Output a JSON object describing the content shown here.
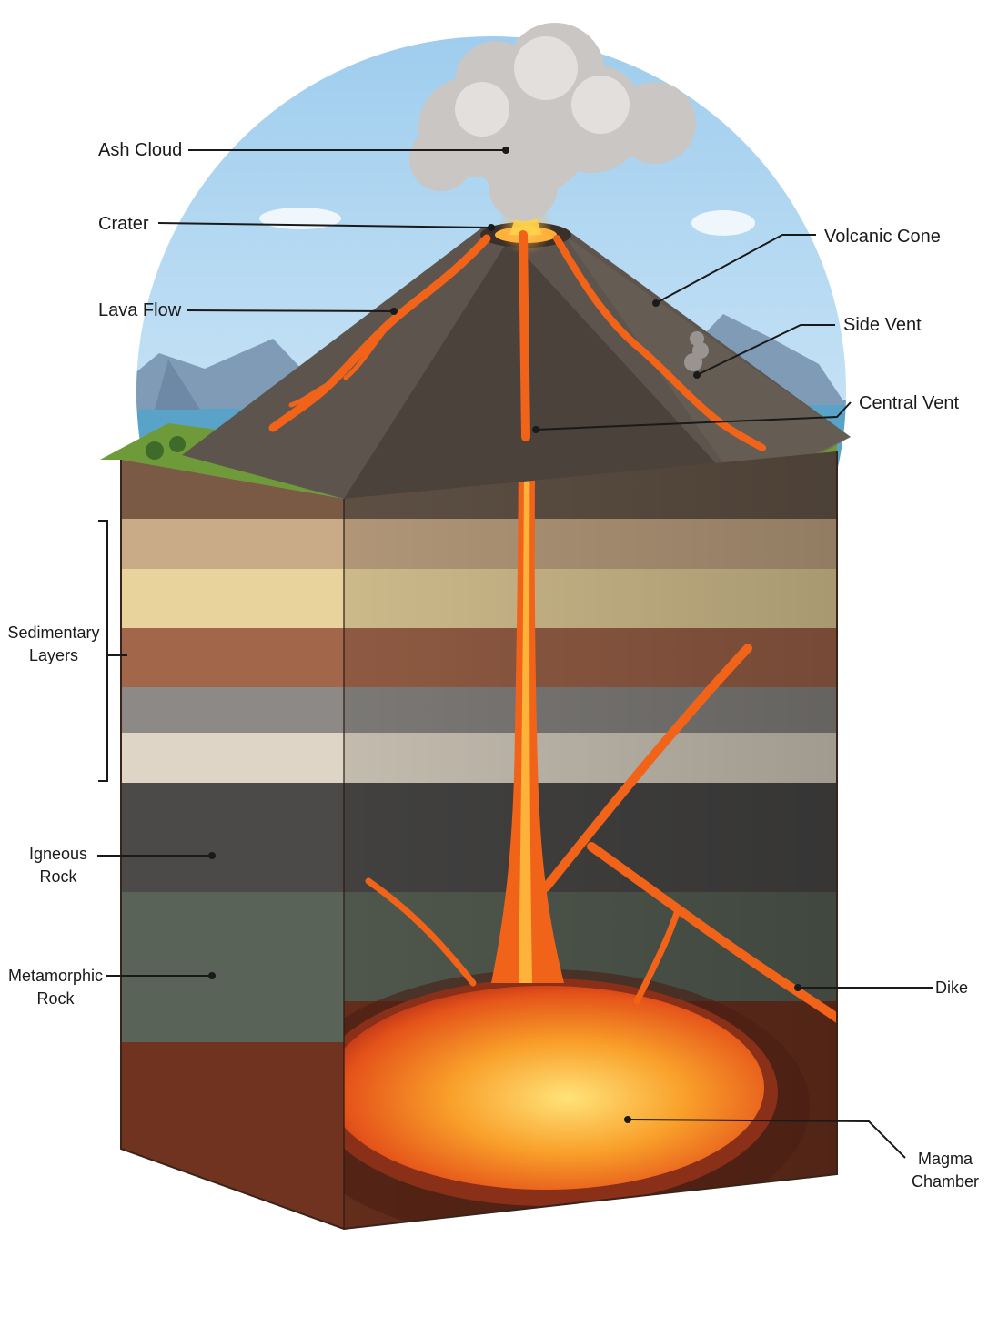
{
  "diagram": {
    "labels": {
      "ash_cloud": "Ash Cloud",
      "crater": "Crater",
      "lava_flow": "Lava Flow",
      "volcanic_cone": "Volcanic Cone",
      "side_vent": "Side Vent",
      "central_vent": "Central Vent",
      "sedimentary_layers": [
        "Sedimentary",
        "Layers"
      ],
      "igneous_rock": [
        "Igneous",
        "Rock"
      ],
      "metamorphic_rock": [
        "Metamorphic",
        "Rock"
      ],
      "dike": "Dike",
      "magma_chamber": [
        "Magma",
        "Chamber"
      ]
    },
    "colors": {
      "sky": "#b9dcf2",
      "lava": "#f26a1b",
      "magma_core": "#ffd24a",
      "cone": "#5d554d",
      "grass": "#6f9a3a",
      "leader_line": "#1a1a1a"
    }
  }
}
